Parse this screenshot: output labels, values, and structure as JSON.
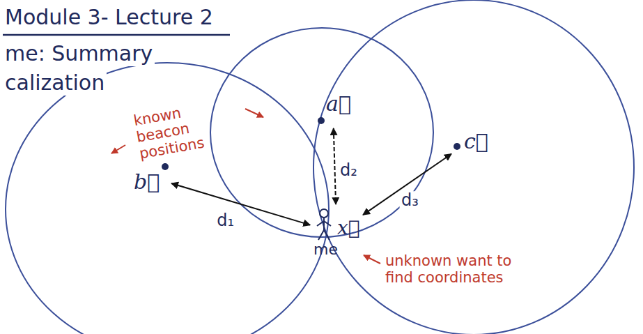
{
  "diagram": {
    "title": "Module 3- Lecture 2",
    "nodes": [
      {
        "text": [
          "a⃗"
        ]
      },
      {
        "text": [
          "c⃗"
        ]
      },
      {
        "text": [
          "b⃗"
        ]
      },
      {
        "text": [
          "x⃗",
          "me"
        ]
      }
    ],
    "edges": [
      {
        "from": 2,
        "to": 3,
        "arrow": "both",
        "label": "d₁"
      },
      {
        "from": 0,
        "to": 3,
        "arrow": "both",
        "label": "d₂"
      },
      {
        "from": 1,
        "to": 3,
        "arrow": "both",
        "label": "d₃"
      }
    ],
    "labels": [
      "me: Summary",
      "calization",
      "known beacon positions",
      "unknown want to find coordinates"
    ]
  }
}
